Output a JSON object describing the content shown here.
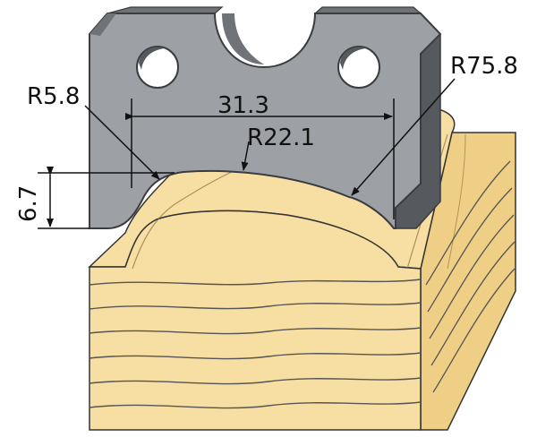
{
  "dimensions": {
    "width_label": "31.3",
    "depth_label": "6.7",
    "small_radius_label": "R5.8",
    "center_radius_label": "R22.1",
    "large_radius_label": "R75.8"
  },
  "colors": {
    "steel_face": "#9da0a5",
    "steel_top": "#6f7277",
    "steel_side": "#56595e",
    "steel_outline": "#3a3c40",
    "wood_face": "#f7dfa3",
    "wood_side": "#efcf85",
    "wood_grain": "#555555",
    "dimension_line": "#111111",
    "background": "#ffffff"
  }
}
